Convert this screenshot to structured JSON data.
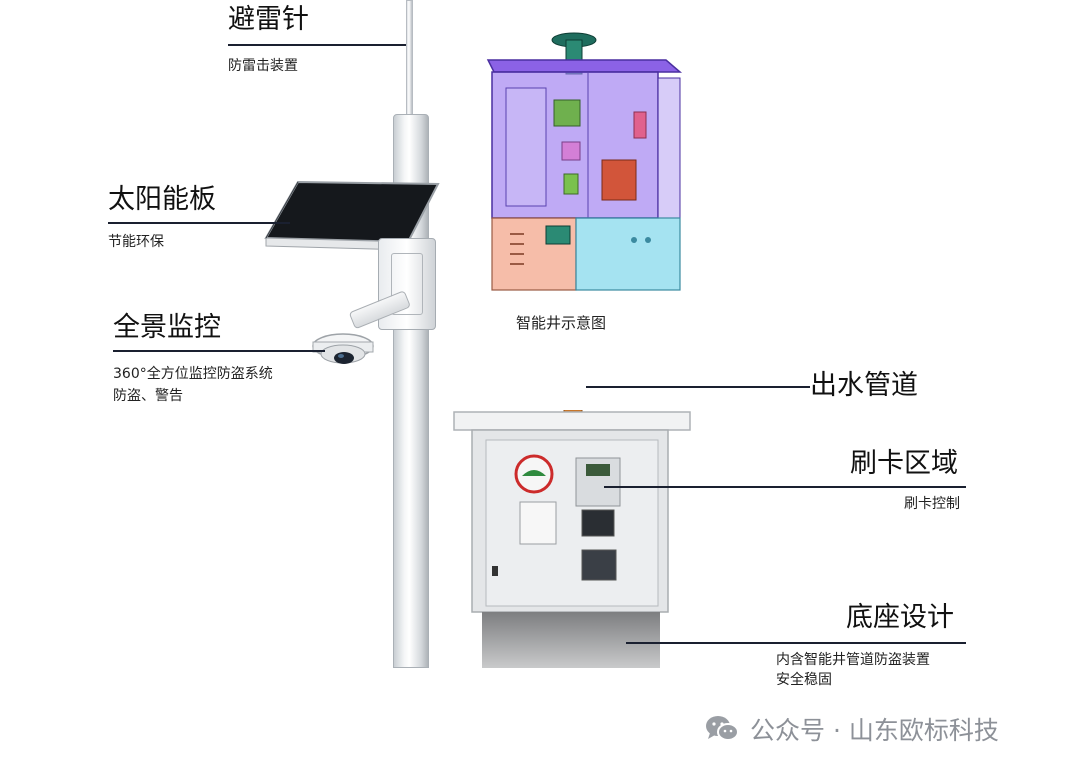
{
  "labels": {
    "lightning_rod": {
      "title": "避雷针",
      "sub": "防雷击装置"
    },
    "solar_panel": {
      "title": "太阳能板",
      "sub": "节能环保"
    },
    "panoramic_monitor": {
      "title": "全景监控",
      "sub_line1": "360°全方位监控防盗系统",
      "sub_line2": "防盗、警告"
    },
    "well_caption": "智能井示意图",
    "outlet_pipe": {
      "title": "出水管道"
    },
    "card_area": {
      "title": "刷卡区域",
      "sub": "刷卡控制"
    },
    "base_design": {
      "title": "底座设计",
      "sub_line1": "内含智能井管道防盗装置",
      "sub_line2": "安全稳固"
    }
  },
  "watermark": {
    "text": "公众号 · 山东欧标科技",
    "icon": "wechat-icon"
  },
  "colors": {
    "leader": "#1a2030",
    "well_top": "#7b4fe0",
    "well_bottom_left": "#f2a98a",
    "well_bottom_right": "#7fd8e8",
    "pipe": "#c8762a",
    "cabinet": "#e3e5e7",
    "watermark": "#8d9198"
  }
}
